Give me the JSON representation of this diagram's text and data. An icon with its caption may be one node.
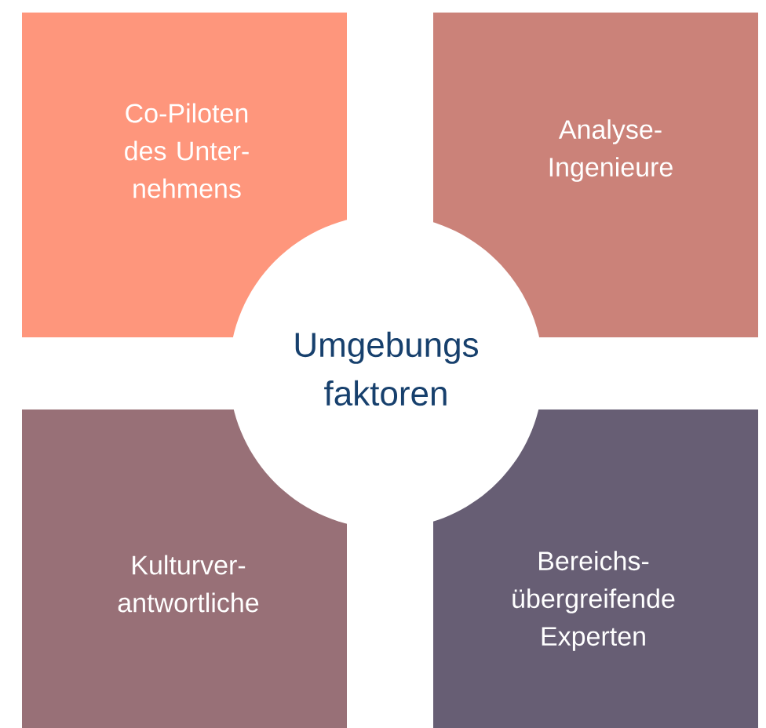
{
  "diagram": {
    "nodes": [
      {
        "text": [
          "Co-Piloten des Unter- nehmens"
        ]
      },
      {
        "text": [
          "Analyse- Ingenieure"
        ]
      },
      {
        "text": [
          "Umgebungs faktoren"
        ]
      },
      {
        "text": [
          "Kulturver- antwortliche"
        ]
      },
      {
        "text": [
          "Bereichs- übergreifende Experten"
        ]
      }
    ]
  }
}
